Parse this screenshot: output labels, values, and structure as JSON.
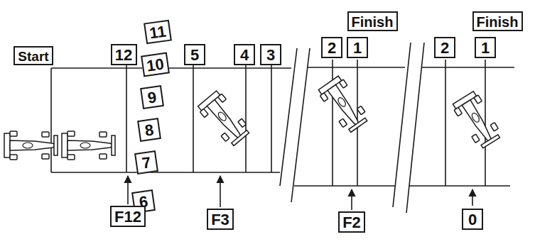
{
  "diagram": {
    "nodes": [
      {
        "text": [
          "Start"
        ]
      },
      {
        "text": [
          "12"
        ]
      },
      {
        "text": [
          "11"
        ]
      },
      {
        "text": [
          "10"
        ]
      },
      {
        "text": [
          "9"
        ]
      },
      {
        "text": [
          "8"
        ]
      },
      {
        "text": [
          "7"
        ]
      },
      {
        "text": [
          "6"
        ]
      },
      {
        "text": [
          "5"
        ]
      },
      {
        "text": [
          "4"
        ]
      },
      {
        "text": [
          "3"
        ]
      },
      {
        "text": [
          "Finish"
        ]
      },
      {
        "text": [
          "2"
        ]
      },
      {
        "text": [
          "1"
        ]
      },
      {
        "text": [
          "Finish"
        ]
      },
      {
        "text": [
          "2"
        ]
      },
      {
        "text": [
          "1"
        ]
      },
      {
        "text": [
          "F12"
        ]
      },
      {
        "text": [
          "F3"
        ]
      },
      {
        "text": [
          "F2"
        ]
      },
      {
        "text": [
          "0"
        ]
      }
    ]
  }
}
